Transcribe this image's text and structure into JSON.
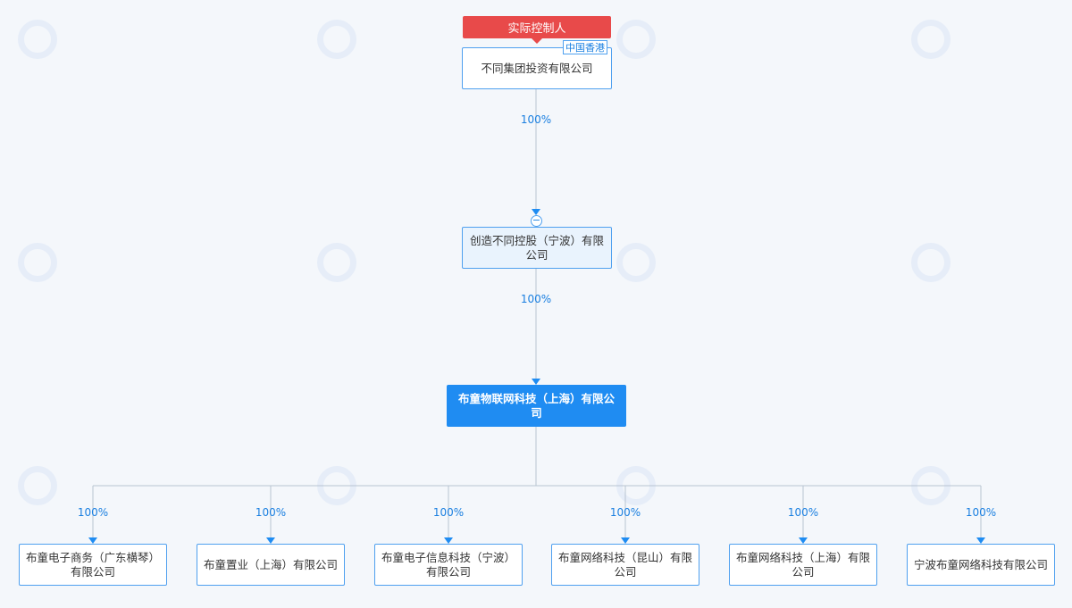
{
  "controller_tag": "实际控制人",
  "region_tag": "中国香港",
  "top_node": {
    "name": "不同集团投资有限公司"
  },
  "mid_node": {
    "name": "创造不同控股（宁波）有限公司"
  },
  "main_node": {
    "name": "布童物联网科技（上海）有限公司"
  },
  "edges": {
    "top_to_mid": "100%",
    "mid_to_main": "100%"
  },
  "collapse_icon": "minus-circle-icon",
  "children": [
    {
      "name": "布童电子商务（广东横琴）有限公司",
      "percent": "100%"
    },
    {
      "name": "布童置业（上海）有限公司",
      "percent": "100%"
    },
    {
      "name": "布童电子信息科技（宁波）有限公司",
      "percent": "100%"
    },
    {
      "name": "布童网络科技（昆山）有限公司",
      "percent": "100%"
    },
    {
      "name": "布童网络科技（上海）有限公司",
      "percent": "100%"
    },
    {
      "name": "宁波布童网络科技有限公司",
      "percent": "100%"
    }
  ],
  "colors": {
    "accent": "#1f8cf2",
    "controller": "#e84a4a",
    "line": "#b8c4d2",
    "arrow": "#1f8cf2"
  }
}
